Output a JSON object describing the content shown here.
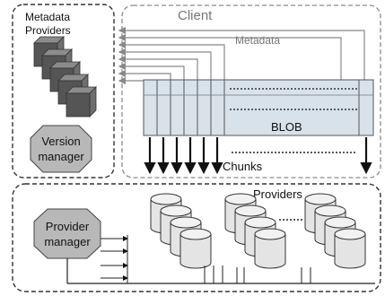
{
  "labels": {
    "metadata_providers_line1": "Metadata",
    "metadata_providers_line2": "Providers",
    "version_manager_line1": "Version",
    "version_manager_line2": "manager",
    "client": "Client",
    "metadata": "Metadata",
    "blob": "BLOB",
    "chunks": "Chunks",
    "providers": "Providers",
    "provider_manager_line1": "Provider",
    "provider_manager_line2": "manager"
  },
  "colors": {
    "border_dark": "#333333",
    "border_gray": "#8a8a8a",
    "blob_fill": "#d8e2ea",
    "cube_dark": "#555555",
    "cube_light": "#8c8c8c",
    "manager_fill": "#b8b8b8",
    "disk_fill": "#e4e4e4",
    "arrow_gray": "#888888"
  },
  "icons": {
    "metadata_provider": "cube-icon",
    "data_provider": "disk-icon"
  }
}
